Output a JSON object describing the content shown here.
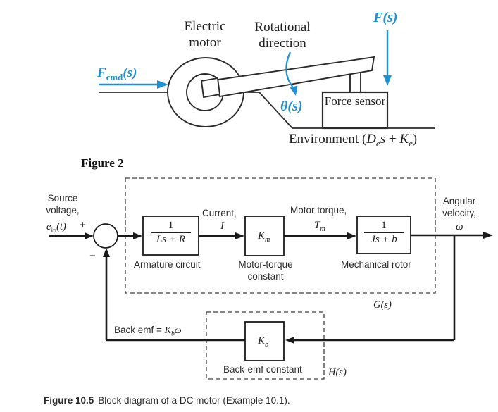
{
  "colors": {
    "accent_blue": "#1f90d0",
    "line": "#1c1c1c"
  },
  "figure2": {
    "electric_motor": "Electric motor",
    "rotational_direction": "Rotational direction",
    "f_s": "F(s)",
    "f_cmd": {
      "base": "F",
      "sub": "cmd",
      "rest": "(s)"
    },
    "theta_s": "θ(s)",
    "force_sensor": "Force sensor",
    "environment": {
      "pre": "Environment (",
      "d": "D",
      "d_sub": "e",
      "s": "s",
      "plus": " + ",
      "k": "K",
      "k_sub": "e",
      "post": ")"
    },
    "caption": "Figure 2"
  },
  "block_diagram": {
    "source_label": "Source voltage,",
    "e_in": {
      "base": "e",
      "sub": "in",
      "rest": "(t)"
    },
    "plus": "+",
    "minus": "−",
    "current_label": "Current,",
    "current_sym": "I",
    "motor_torque_label": "Motor torque,",
    "t_m": {
      "base": "T",
      "sub": "m"
    },
    "angular_label": "Angular velocity,",
    "omega": "ω",
    "blocks": {
      "armature": {
        "num": "1",
        "den": "Ls + R",
        "caption": "Armature circuit"
      },
      "ktorque": {
        "base": "K",
        "sub": "m",
        "caption": "Motor-torque constant"
      },
      "rotor": {
        "num": "1",
        "den": "Js + b",
        "caption": "Mechanical rotor"
      },
      "backemf": {
        "base": "K",
        "sub": "b",
        "caption": "Back-emf constant"
      }
    },
    "g_s": "G(s)",
    "h_s": "H(s)",
    "back_emf_eq": {
      "text": "Back emf = ",
      "base": "K",
      "sub": "b",
      "omega": "ω"
    }
  },
  "caption": {
    "bold": "Figure 10.5",
    "rest": "Block diagram of a DC motor (Example 10.1)."
  }
}
